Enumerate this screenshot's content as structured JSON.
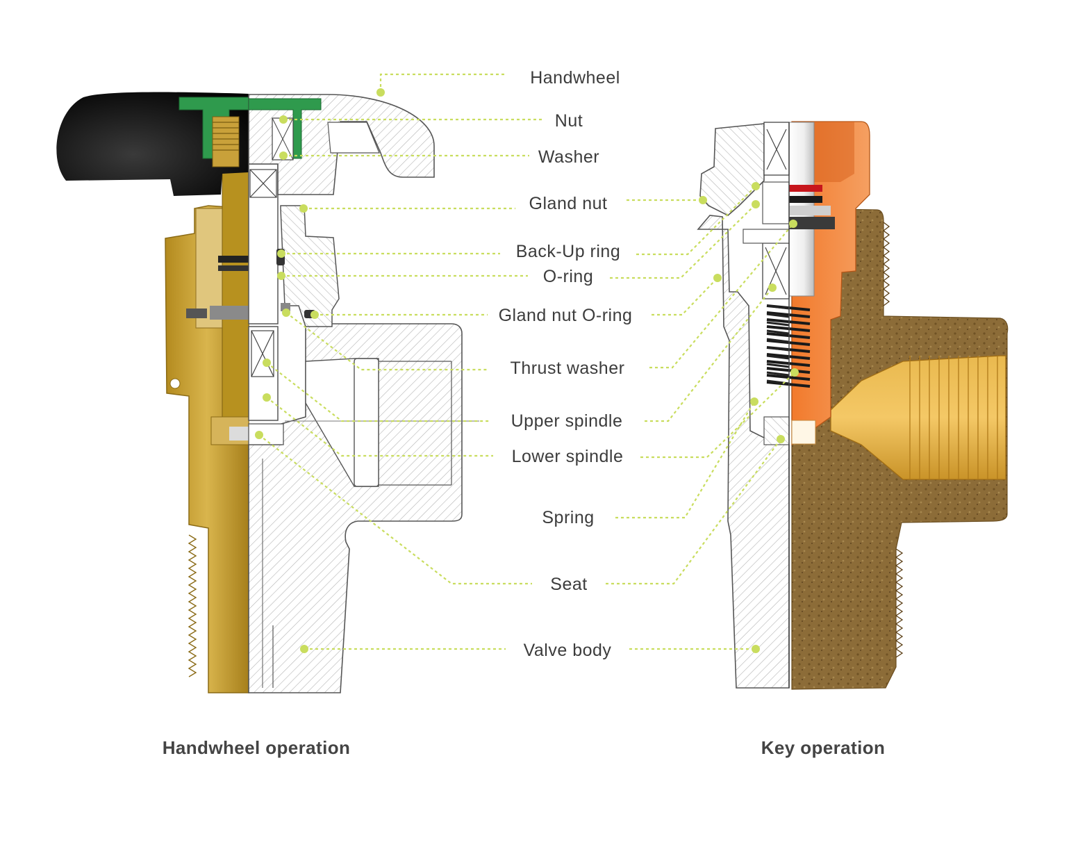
{
  "labels": [
    {
      "id": "handwheel",
      "text": "Handwheel"
    },
    {
      "id": "nut",
      "text": "Nut"
    },
    {
      "id": "washer",
      "text": "Washer"
    },
    {
      "id": "gland-nut",
      "text": "Gland nut"
    },
    {
      "id": "backup-ring",
      "text": "Back-Up ring"
    },
    {
      "id": "o-ring",
      "text": "O-ring"
    },
    {
      "id": "gland-nut-o-ring",
      "text": "Gland nut O-ring"
    },
    {
      "id": "thrust-washer",
      "text": "Thrust washer"
    },
    {
      "id": "upper-spindle",
      "text": "Upper spindle"
    },
    {
      "id": "lower-spindle",
      "text": "Lower spindle"
    },
    {
      "id": "spring",
      "text": "Spring"
    },
    {
      "id": "seat",
      "text": "Seat"
    },
    {
      "id": "valve-body",
      "text": "Valve body"
    }
  ],
  "captions": {
    "left": "Handwheel operation",
    "right": "Key operation"
  },
  "colors": {
    "leader": "#c9dd5e",
    "hatch": "#a8a8a8",
    "outline": "#555555",
    "brass": "#c9a233",
    "brass_light": "#e1c477",
    "handwheel_black": "#111111",
    "nut_green": "#2e9c4e",
    "copper": "#e8762a",
    "copper_light": "#f39a55",
    "cast_body": "#8a6a35"
  }
}
